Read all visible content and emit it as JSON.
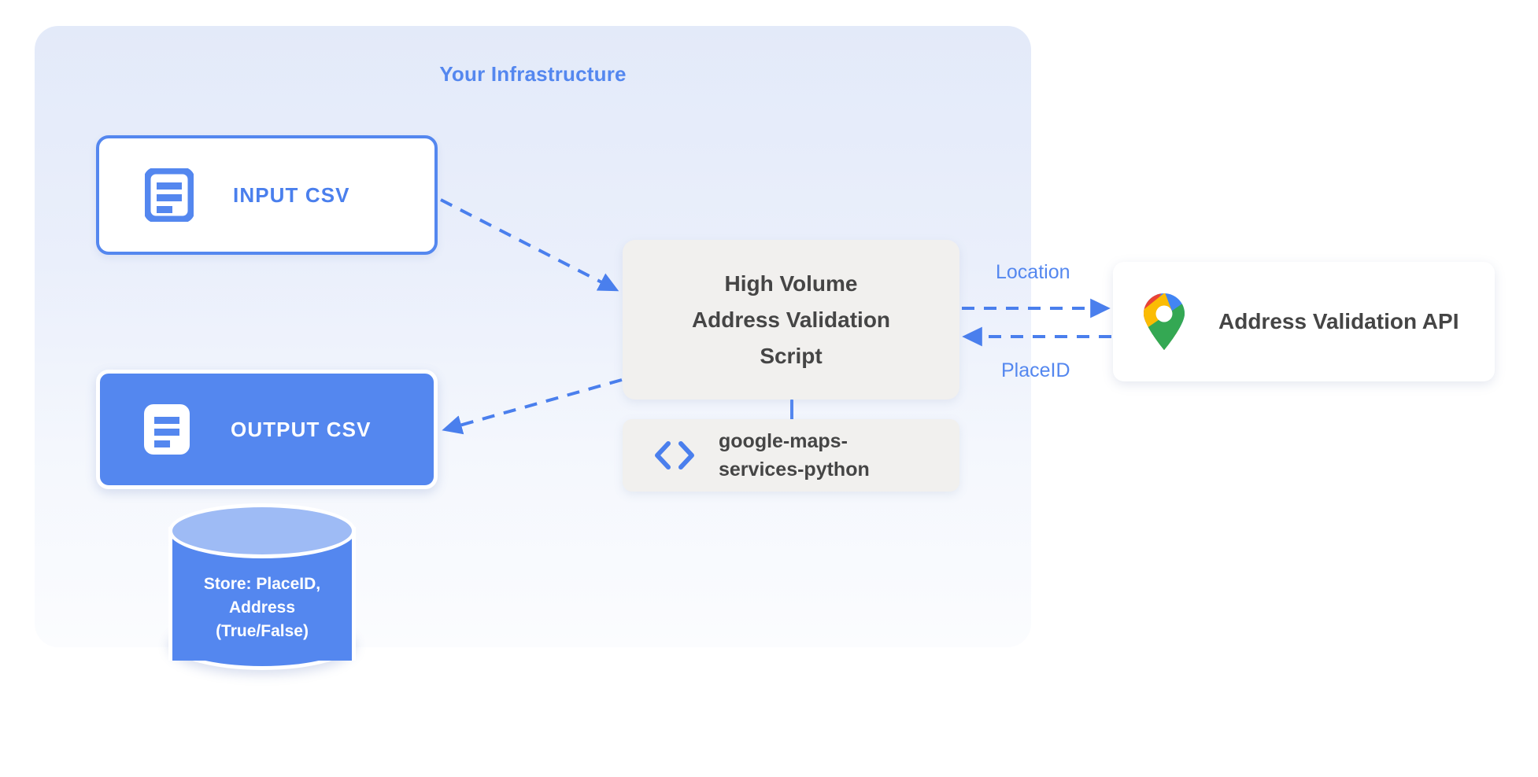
{
  "panel": {
    "title": "Your Infrastructure",
    "accent_color": "#5487ef",
    "background_gradient_top": "#e3eaf9",
    "background_gradient_bottom": "#fbfcfe"
  },
  "nodes": {
    "input_csv": {
      "label": "INPUT CSV",
      "icon": "document-icon",
      "fill": "#ffffff",
      "border": "#5487ef",
      "text_color": "#4a7fed"
    },
    "output_csv": {
      "label": "OUTPUT CSV",
      "icon": "document-icon",
      "fill": "#5487ef",
      "border": "#ffffff",
      "text_color": "#ffffff"
    },
    "script": {
      "lines": [
        "High Volume",
        "Address Validation",
        "Script"
      ],
      "fill": "#f1f0ee",
      "text_color": "#454545"
    },
    "library": {
      "lines": [
        "google-maps-",
        "services-python"
      ],
      "icon": "code-brackets-icon",
      "fill": "#f1f0ee",
      "text_color": "#454545"
    },
    "api": {
      "label": "Address Validation API",
      "icon": "google-maps-pin-icon",
      "fill": "#ffffff",
      "text_color": "#454545"
    },
    "database": {
      "lines": [
        "Store: PlaceID,",
        "Address",
        "(True/False)"
      ],
      "fill": "#5487ef",
      "top_fill": "#9ebbf5",
      "text_color": "#ffffff"
    }
  },
  "edges": {
    "input_to_script": {
      "style": "dashed",
      "color": "#4a7fed",
      "label": ""
    },
    "script_to_output": {
      "style": "dashed",
      "color": "#4a7fed",
      "label": ""
    },
    "script_to_api": {
      "style": "dashed",
      "color": "#4a7fed",
      "label": "Location"
    },
    "api_to_script": {
      "style": "dashed",
      "color": "#4a7fed",
      "label": "PlaceID"
    }
  }
}
